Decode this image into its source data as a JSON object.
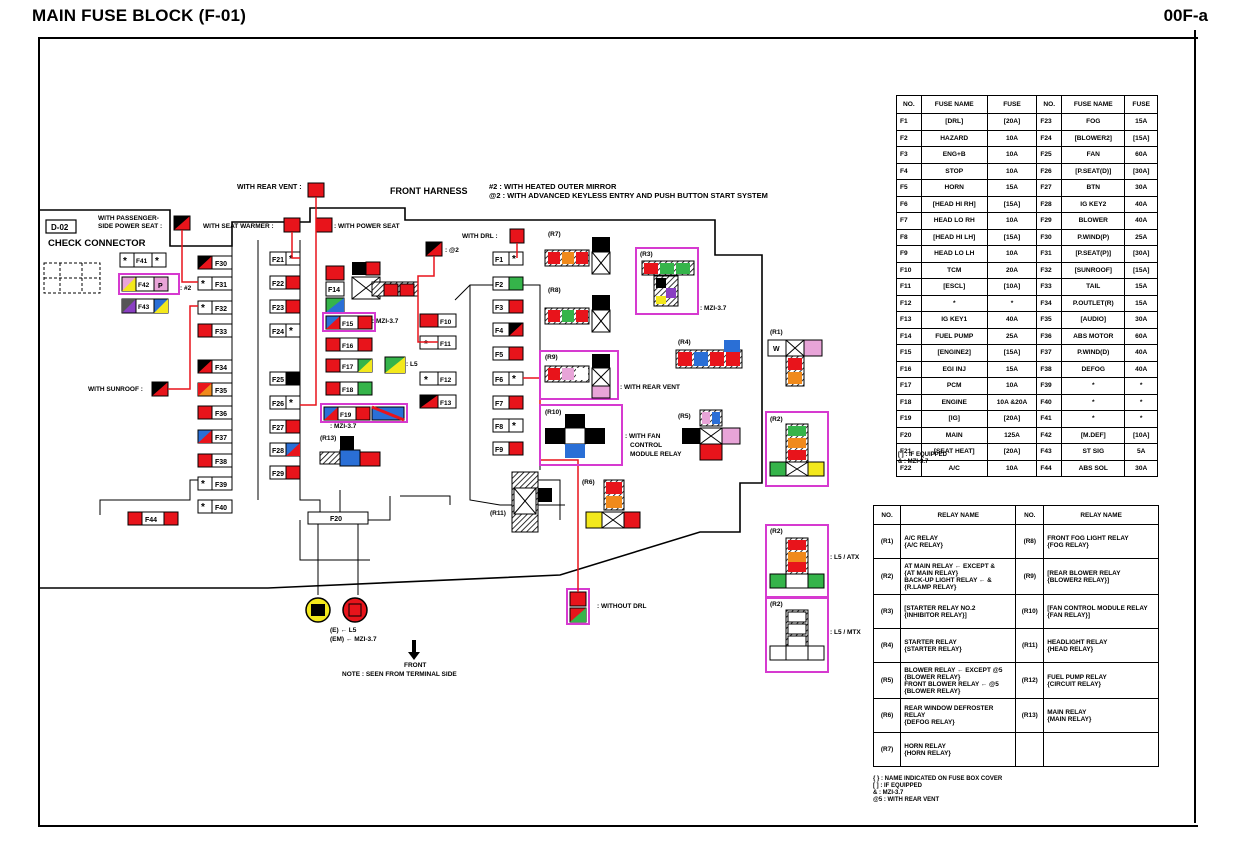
{
  "header": {
    "title": "MAIN FUSE BLOCK (F-01)",
    "code": "00F-a"
  },
  "diagram": {
    "connector_tag": "D-02",
    "check_connector": "CHECK CONNECTOR",
    "front_harness": "FRONT HARNESS",
    "legend_hash2": "#2 : WITH HEATED OUTER MIRROR",
    "legend_at2": "@2 : WITH ADVANCED KEYLESS ENTRY AND PUSH BUTTON START SYSTEM",
    "with_rear_vent_top": "WITH REAR VENT :",
    "with_passenger_line1": "WITH PASSENGER-",
    "with_passenger_line2": "SIDE POWER SEAT :",
    "with_seat_warmer": "WITH SEAT WARMER :",
    "with_power_seat": ": WITH POWER SEAT",
    "with_drl": "WITH DRL :",
    "with_sunroof": "WITH SUNROOF :",
    "tag_hash2": ": #2",
    "tag_at2": ": @2",
    "mzi1": ": MZI-3.7",
    "mzi2": ": MZI-3.7",
    "mzi3": ": MZI-3.7",
    "l5": ": L5",
    "with_rear_vent_r9": ": WITH REAR VENT",
    "with_fan_1": ": WITH FAN",
    "with_fan_2": "CONTROL",
    "with_fan_3": "MODULE RELAY",
    "l5_atx": ": L5 / ATX",
    "l5_mtx": ": L5 / MTX",
    "without_drl": ": WITHOUT DRL",
    "ground_e": "(E) ← L5",
    "ground_em": "(EM) ← MZI-3.7",
    "front": "FRONT",
    "note": "NOTE : SEEN FROM TERMINAL SIDE"
  },
  "fuse_table": {
    "headers": [
      "NO.",
      "FUSE NAME",
      "FUSE",
      "NO.",
      "FUSE NAME",
      "FUSE"
    ],
    "rows": [
      [
        "F1",
        "[DRL]",
        "[20A]",
        "F23",
        "FOG",
        "15A"
      ],
      [
        "F2",
        "HAZARD",
        "10A",
        "F24",
        "[BLOWER2]",
        "[15A]"
      ],
      [
        "F3",
        "ENG+B",
        "10A",
        "F25",
        "FAN",
        "60A"
      ],
      [
        "F4",
        "STOP",
        "10A",
        "F26",
        "[P.SEAT(D)]",
        "[30A]"
      ],
      [
        "F5",
        "HORN",
        "15A",
        "F27",
        "BTN",
        "30A"
      ],
      [
        "F6",
        "[HEAD HI RH]",
        "[15A]",
        "F28",
        "IG KEY2",
        "40A"
      ],
      [
        "F7",
        "HEAD LO RH",
        "10A",
        "F29",
        "BLOWER",
        "40A"
      ],
      [
        "F8",
        "[HEAD HI LH]",
        "[15A]",
        "F30",
        "P.WIND(P)",
        "25A"
      ],
      [
        "F9",
        "HEAD LO LH",
        "10A",
        "F31",
        "[P.SEAT(P)]",
        "[30A]"
      ],
      [
        "F10",
        "TCM",
        "20A",
        "F32",
        "[SUNROOF]",
        "[15A]"
      ],
      [
        "F11",
        "[ESCL]",
        "[10A]",
        "F33",
        "TAIL",
        "15A"
      ],
      [
        "F12",
        "*",
        "*",
        "F34",
        "P.OUTLET(R)",
        "15A"
      ],
      [
        "F13",
        "IG KEY1",
        "40A",
        "F35",
        "[AUDIO]",
        "30A"
      ],
      [
        "F14",
        "FUEL PUMP",
        "25A",
        "F36",
        "ABS MOTOR",
        "60A"
      ],
      [
        "F15",
        "[ENGINE2]",
        "[15A]",
        "F37",
        "P.WIND(D)",
        "40A"
      ],
      [
        "F16",
        "EGI INJ",
        "15A",
        "F38",
        "DEFOG",
        "40A"
      ],
      [
        "F17",
        "PCM",
        "10A",
        "F39",
        "*",
        "*"
      ],
      [
        "F18",
        "ENGINE",
        "10A &20A",
        "F40",
        "*",
        "*"
      ],
      [
        "F19",
        "[IG]",
        "[20A]",
        "F41",
        "*",
        "*"
      ],
      [
        "F20",
        "MAIN",
        "125A",
        "F42",
        "[M.DEF]",
        "[10A]"
      ],
      [
        "F21",
        "[SEAT HEAT]",
        "[20A]",
        "F43",
        "ST SIG",
        "5A"
      ],
      [
        "F22",
        "A/C",
        "10A",
        "F44",
        "ABS SOL",
        "30A"
      ]
    ],
    "notes": [
      "[ ] : IF EQUIPPED",
      "& : MZI-3.7"
    ]
  },
  "relay_table": {
    "headers": [
      "NO.",
      "RELAY NAME",
      "NO.",
      "RELAY NAME"
    ],
    "rows": [
      [
        "(R1)",
        "A/C RELAY\n{A/C RELAY}",
        "(R8)",
        "FRONT FOG LIGHT RELAY\n{FOG RELAY}"
      ],
      [
        "(R2)",
        "AT MAIN RELAY ← EXCEPT &\n{AT MAIN RELAY}\nBACK-UP LIGHT RELAY ← &\n{R.LAMP RELAY}",
        "(R9)",
        "[REAR BLOWER RELAY\n{BLOWER2 RELAY}]"
      ],
      [
        "(R3)",
        "[STARTER RELAY NO.2\n{INHIBITOR RELAY}]",
        "(R10)",
        "[FAN CONTROL MODULE RELAY\n{FAN RELAY}]"
      ],
      [
        "(R4)",
        "STARTER RELAY\n{STARTER RELAY}",
        "(R11)",
        "HEADLIGHT RELAY\n{HEAD RELAY}"
      ],
      [
        "(R5)",
        "BLOWER RELAY ← EXCEPT @5\n{BLOWER RELAY}\nFRONT BLOWER RELAY ← @5\n{BLOWER RELAY}",
        "(R12)",
        "FUEL PUMP RELAY\n{CIRCUIT RELAY}"
      ],
      [
        "(R6)",
        "REAR WINDOW DEFROSTER RELAY\n{DEFOG RELAY}",
        "(R13)",
        "MAIN RELAY\n{MAIN RELAY}"
      ],
      [
        "(R7)",
        "HORN RELAY\n{HORN RELAY}",
        "",
        ""
      ]
    ],
    "notes": [
      "{ } : NAME INDICATED ON FUSE BOX COVER",
      "[ ] : IF EQUIPPED",
      "& : MZI-3.7",
      "@5 : WITH REAR VENT"
    ]
  },
  "colors": {
    "red": "#e8141b",
    "green": "#35b44a",
    "blue": "#2a6fd6",
    "orange": "#f08a1c",
    "yellow": "#f3e81c",
    "pink": "#e8a4d8",
    "purple": "#8a3fc2",
    "magenta": "#d63ad0",
    "black": "#000000"
  }
}
